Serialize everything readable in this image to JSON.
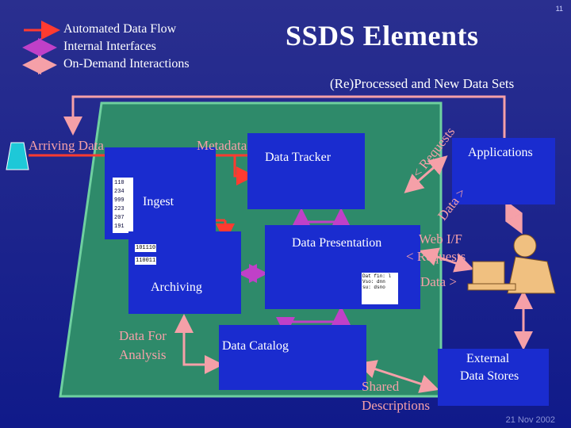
{
  "slide": {
    "number": "11",
    "title": "SSDS Elements",
    "date": "21 Nov 2002"
  },
  "legend": [
    {
      "label": "Automated Data Flow",
      "color": "#ff3b30"
    },
    {
      "label": "Internal Interfaces",
      "color": "#c040c8"
    },
    {
      "label": "On-Demand Interactions",
      "color": "#f5a0a8"
    }
  ],
  "labels": {
    "reprocessed": "(Re)Processed and New Data Sets",
    "arriving_data": "Arriving Data",
    "metadata": "Metadata",
    "requests": "< Requests",
    "data_rot": "Data >",
    "web_if": "Web I/F",
    "web_requests": "< Requests",
    "web_data": "Data >",
    "data_for": "Data For",
    "analysis": "Analysis",
    "shared": "Shared",
    "descriptions": "Descriptions"
  },
  "boxes": {
    "ingest": "Ingest",
    "archiving": "Archiving",
    "data_tracker": "Data Tracker",
    "data_presentation": "Data Presentation",
    "data_catalog": "Data Catalog",
    "applications": "Applications",
    "external_line1": "External",
    "external_line2": "Data Stores"
  },
  "ingest_numbers": [
    "110",
    "234",
    "999",
    "223",
    "207",
    "191"
  ],
  "disk_labels": [
    "101110",
    "110011"
  ],
  "doc_text": [
    "Dat fin: l",
    "Vso: dnn",
    "su: dsno"
  ],
  "colors": {
    "background": "#1a1f8c",
    "green_panel": "#2e8a6a",
    "box_blue": "#1a2ccf",
    "automated": "#ff3b30",
    "internal": "#c040c8",
    "on_demand": "#f5a0a8"
  }
}
